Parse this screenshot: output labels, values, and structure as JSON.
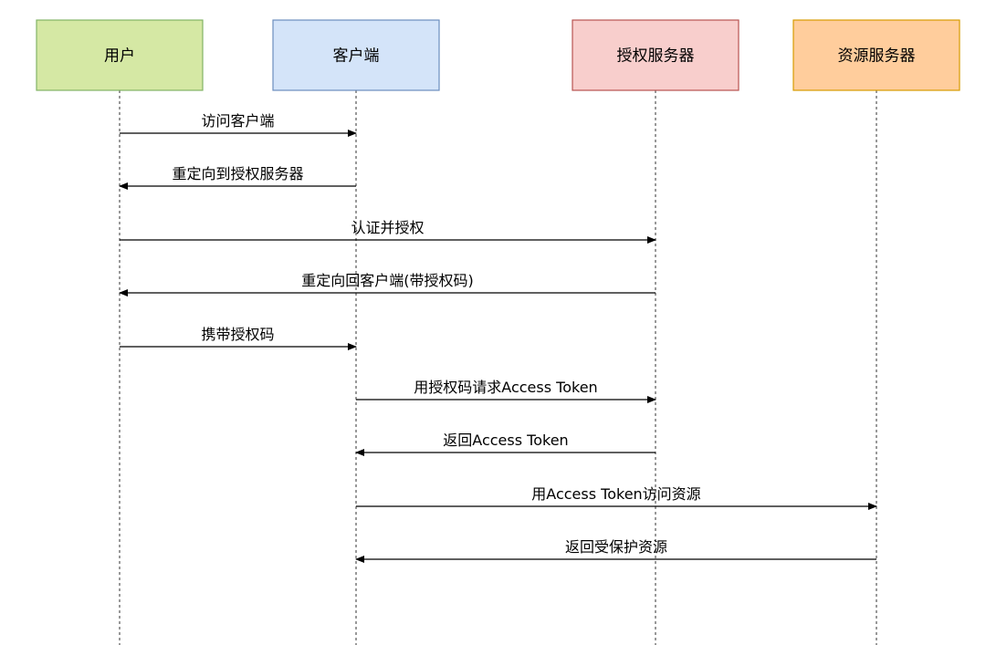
{
  "actors": [
    {
      "id": "user",
      "label": "用户",
      "fill": "#d5e8a4",
      "stroke": "#82b366"
    },
    {
      "id": "client",
      "label": "客户端",
      "fill": "#d4e4f9",
      "stroke": "#6c8ebf"
    },
    {
      "id": "auth",
      "label": "授权服务器",
      "fill": "#f8cecc",
      "stroke": "#b85450"
    },
    {
      "id": "resource",
      "label": "资源服务器",
      "fill": "#ffcd9c",
      "stroke": "#d79b00"
    }
  ],
  "messages": [
    {
      "from": "user",
      "to": "client",
      "label": "访问客户端"
    },
    {
      "from": "client",
      "to": "user",
      "label": "重定向到授权服务器"
    },
    {
      "from": "user",
      "to": "auth",
      "label": "认证并授权"
    },
    {
      "from": "auth",
      "to": "user",
      "label": "重定向回客户端(带授权码)"
    },
    {
      "from": "user",
      "to": "client",
      "label": "携带授权码"
    },
    {
      "from": "client",
      "to": "auth",
      "label": "用授权码请求Access Token"
    },
    {
      "from": "auth",
      "to": "client",
      "label": "返回Access Token"
    },
    {
      "from": "client",
      "to": "resource",
      "label": "用Access Token访问资源"
    },
    {
      "from": "resource",
      "to": "client",
      "label": "返回受保护资源"
    }
  ]
}
